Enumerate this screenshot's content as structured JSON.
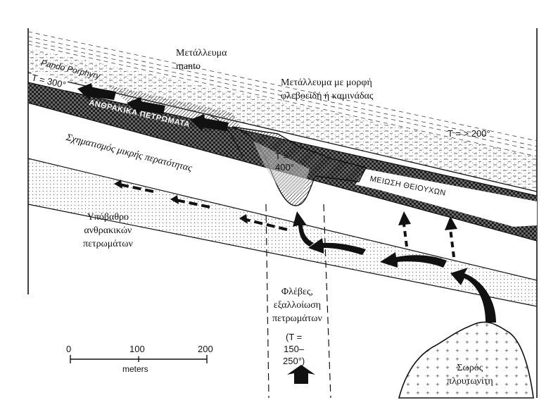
{
  "labels": {
    "ore_manto": [
      "Μετάλλευμα",
      "manto"
    ],
    "ore_vein": [
      "Μετάλλευμα με μορφή",
      "φλεβοειδή ή καμινάδας"
    ],
    "pando_porphyry": "Pando Porphyry",
    "temp_300": "T = 300°",
    "carbonate_rocks": "ΑΝΘΡΑΚΙΚΑ ΠΕΤΡΩΜΑΤΑ",
    "temp_gt200": "T = > 200°",
    "low_permeability": "Σχηματισμός μικρής περατότητας",
    "temp_400": [
      "T =",
      "400°"
    ],
    "sulfide_reduction": "ΜΕΙΩΣΗ ΘΕΙΟΥΧΩΝ",
    "basement": [
      "Υπόβαθρο",
      "ανθρακικών",
      "πετρωμάτων"
    ],
    "veins_alteration": [
      "Φλέβες,",
      "εξαλλοίωση",
      "πετρωμάτων"
    ],
    "temp_150_250": [
      "(T =",
      "150–",
      "250°)"
    ],
    "pluton": [
      "Σωρός",
      "πλουτωνίτη"
    ]
  },
  "scale_bar": {
    "ticks": [
      "0",
      "100",
      "200"
    ],
    "unit": "meters"
  },
  "colors": {
    "ink": "#111111",
    "paper": "#ffffff"
  }
}
